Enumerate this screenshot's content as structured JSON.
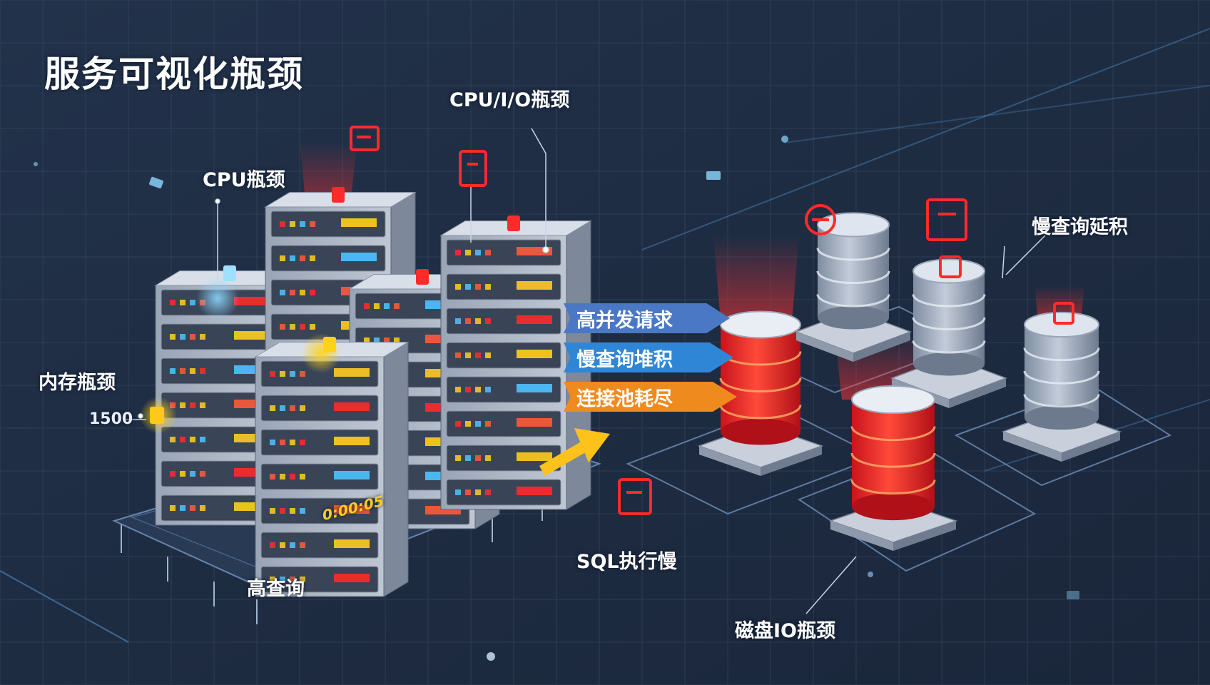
{
  "title": "服务可视化瓶颈",
  "labels": {
    "io_bottleneck": "CPU/I/O瓶颈",
    "cpu_bottleneck": "CPU瓶颈",
    "memory_bottleneck": "内存瓶颈",
    "memory_value": "1500",
    "high_query": "高查询",
    "sql_slow": "SQL执行慢",
    "disk_io_bottleneck": "磁盘IO瓶颈",
    "slow_query_delay": "慢查询延积",
    "server_display": "0:00:05"
  },
  "flow_arrows": [
    {
      "label": "高并发请求",
      "color": "#4a78c4"
    },
    {
      "label": "慢查询堆积",
      "color": "#2f86d6"
    },
    {
      "label": "连接池耗尽",
      "color": "#ef8a1e"
    }
  ],
  "colors": {
    "background": "#1f2d42",
    "alert_red": "#ff2a2a",
    "warning_yellow": "#ffd21a",
    "server_body": "#c9d0dc",
    "glow_blue": "#6ec8ff"
  }
}
